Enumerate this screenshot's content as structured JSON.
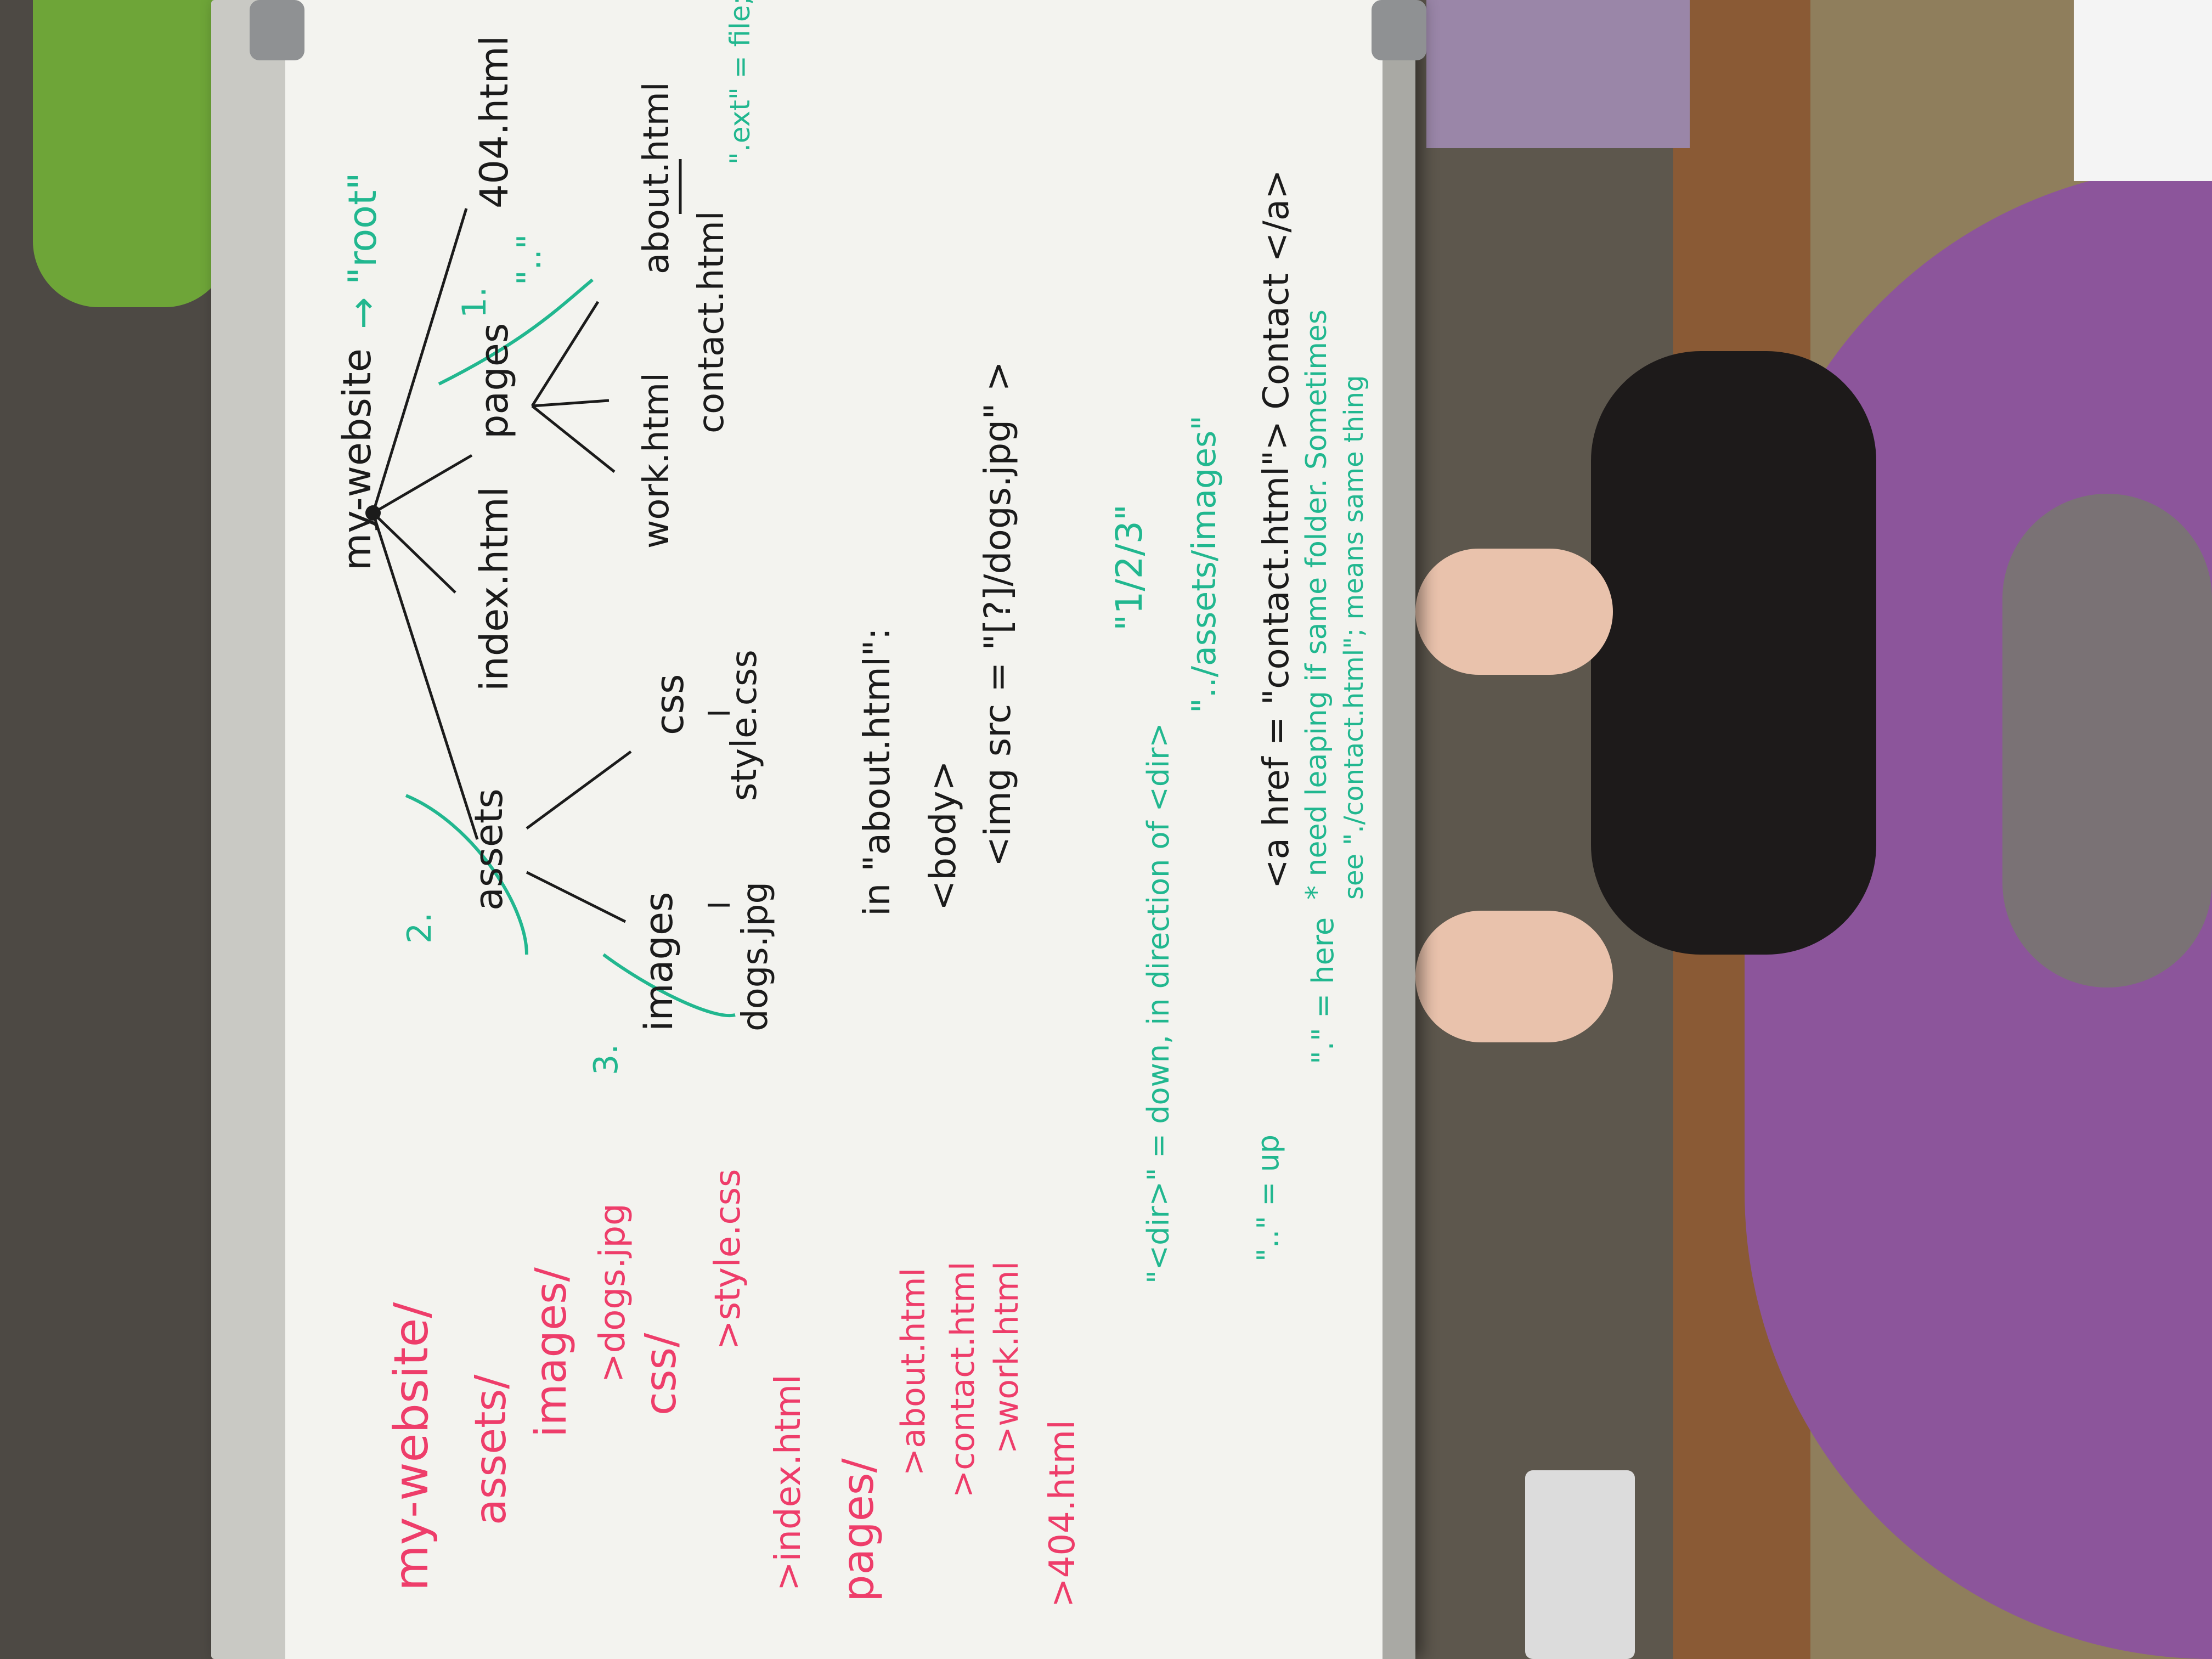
{
  "board": {
    "outline": {
      "root": "my-website/",
      "assets": "assets/",
      "images": "images/",
      "dogs": ">dogs.jpg",
      "css": "css/",
      "style": ">style.css",
      "index": ">index.html",
      "pages": "pages/",
      "about": ">about.html",
      "contact": ">contact.html",
      "work": ">work.html",
      "notfound": ">404.html"
    },
    "tree": {
      "root": "my-website",
      "arrow_root": "→ \"root\"",
      "assets": "assets",
      "index": "index.html",
      "pages": "pages",
      "notfound": "404.html",
      "images": "images",
      "dogs": "dogs.jpg",
      "css": "css",
      "style": "style.css",
      "work": "work.html",
      "contact": "contact.html",
      "about": "about.html",
      "step1": "1.",
      "step2": "2.",
      "step3": "3.",
      "dotdot": "\"..\"",
      "slash_note": "\".ext\" = file; \"/\" = folder = dir"
    },
    "code": {
      "in_about": "in  \"about.html\":",
      "body": "<body>",
      "img": "<img src = \"[?]/dogs.jpg\" >",
      "path123": "\"1/2/3\"",
      "assets_images": "\"../assets/images\"",
      "anchor": "<a href = \"contact.html\"> Contact </a>",
      "dir_note": "\"<dir>\" = down, in direction of <dir>",
      "up_note": "\"..\" = up",
      "here_note": "\".\" = here",
      "leaping_note": "* need leaping if same folder. Sometimes",
      "see_note": "see \"./contact.html\"; means same thing"
    }
  }
}
